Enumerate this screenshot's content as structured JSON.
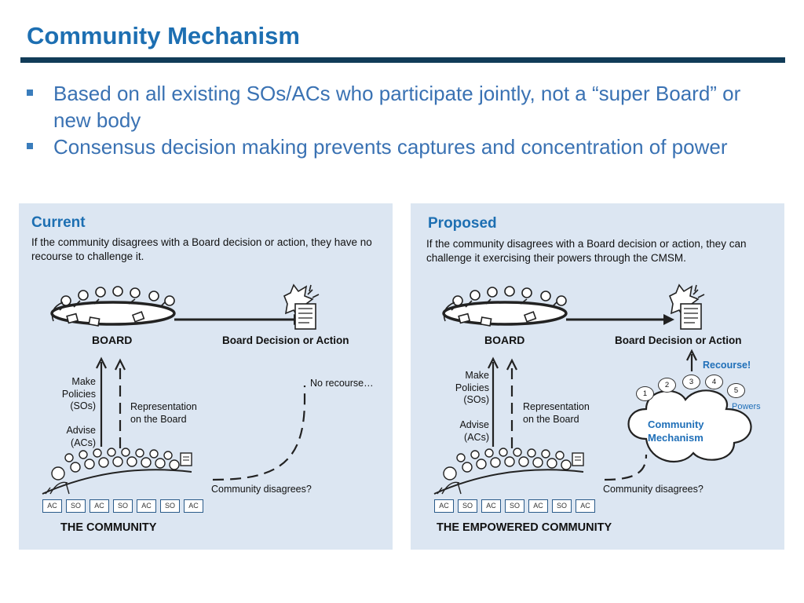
{
  "header": {
    "title": "Community Mechanism"
  },
  "bullets": [
    "Based on all existing SOs/ACs who participate jointly, not a “super Board” or new body",
    "Consensus decision making prevents captures and concentration of power"
  ],
  "current": {
    "heading": "Current",
    "description": "If the community disagrees with a Board decision or action, they have no recourse to challenge it.",
    "board_label": "BOARD",
    "decision_label": "Board Decision or Action",
    "make_policies": "Make\nPolicies\n(SOs)",
    "advise": "Advise\n(ACs)",
    "representation": "Representation\non the Board",
    "no_recourse": "No recourse…",
    "community_disagrees": "Community disagrees?",
    "badges": [
      "AC",
      "SO",
      "AC",
      "SO",
      "AC",
      "SO",
      "AC"
    ],
    "community_label": "THE COMMUNITY"
  },
  "proposed": {
    "heading": "Proposed",
    "description": "If the community disagrees with a Board decision or action, they can challenge it exercising their powers through the CMSM.",
    "board_label": "BOARD",
    "decision_label": "Board Decision or Action",
    "recourse": "Recourse!",
    "powers_numbers": [
      "1",
      "2",
      "3",
      "4",
      "5"
    ],
    "powers_label": "Powers",
    "mechanism_label": "Community\nMechanism",
    "make_policies": "Make\nPolicies\n(SOs)",
    "advise": "Advise\n(ACs)",
    "representation": "Representation\non the Board",
    "community_disagrees": "Community disagrees?",
    "badges": [
      "AC",
      "SO",
      "AC",
      "SO",
      "AC",
      "SO",
      "AC"
    ],
    "community_label": "THE EMPOWERED COMMUNITY"
  },
  "colors": {
    "title": "#1d6fb2",
    "rule": "#113c58",
    "bullet_text": "#3a72b3",
    "panel_bg": "#dce6f2",
    "accent_blue": "#1f6fb8"
  },
  "icons": [
    "board-meeting-icon",
    "decision-document-icon",
    "community-crowd-icon",
    "cloud-icon",
    "arrow-up-icon"
  ]
}
